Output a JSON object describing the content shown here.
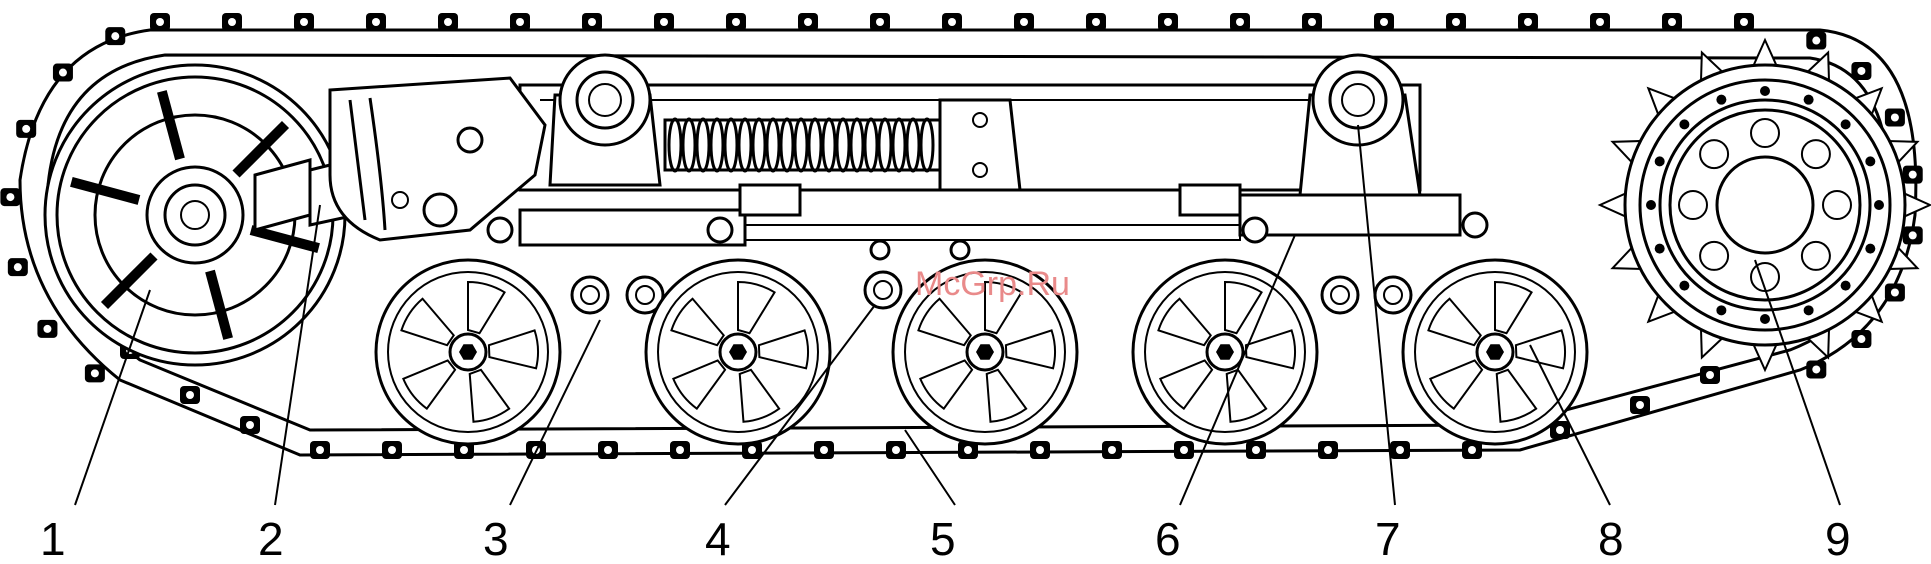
{
  "watermark": {
    "text": "McGrp.Ru",
    "color": "#e98a8a"
  },
  "callouts": [
    {
      "id": 1,
      "label": "1"
    },
    {
      "id": 2,
      "label": "2"
    },
    {
      "id": 3,
      "label": "3"
    },
    {
      "id": 4,
      "label": "4"
    },
    {
      "id": 5,
      "label": "5"
    },
    {
      "id": 6,
      "label": "6"
    },
    {
      "id": 7,
      "label": "7"
    },
    {
      "id": 8,
      "label": "8"
    },
    {
      "id": 9,
      "label": "9"
    }
  ],
  "style": {
    "ink": "#000000",
    "background": "#ffffff"
  }
}
